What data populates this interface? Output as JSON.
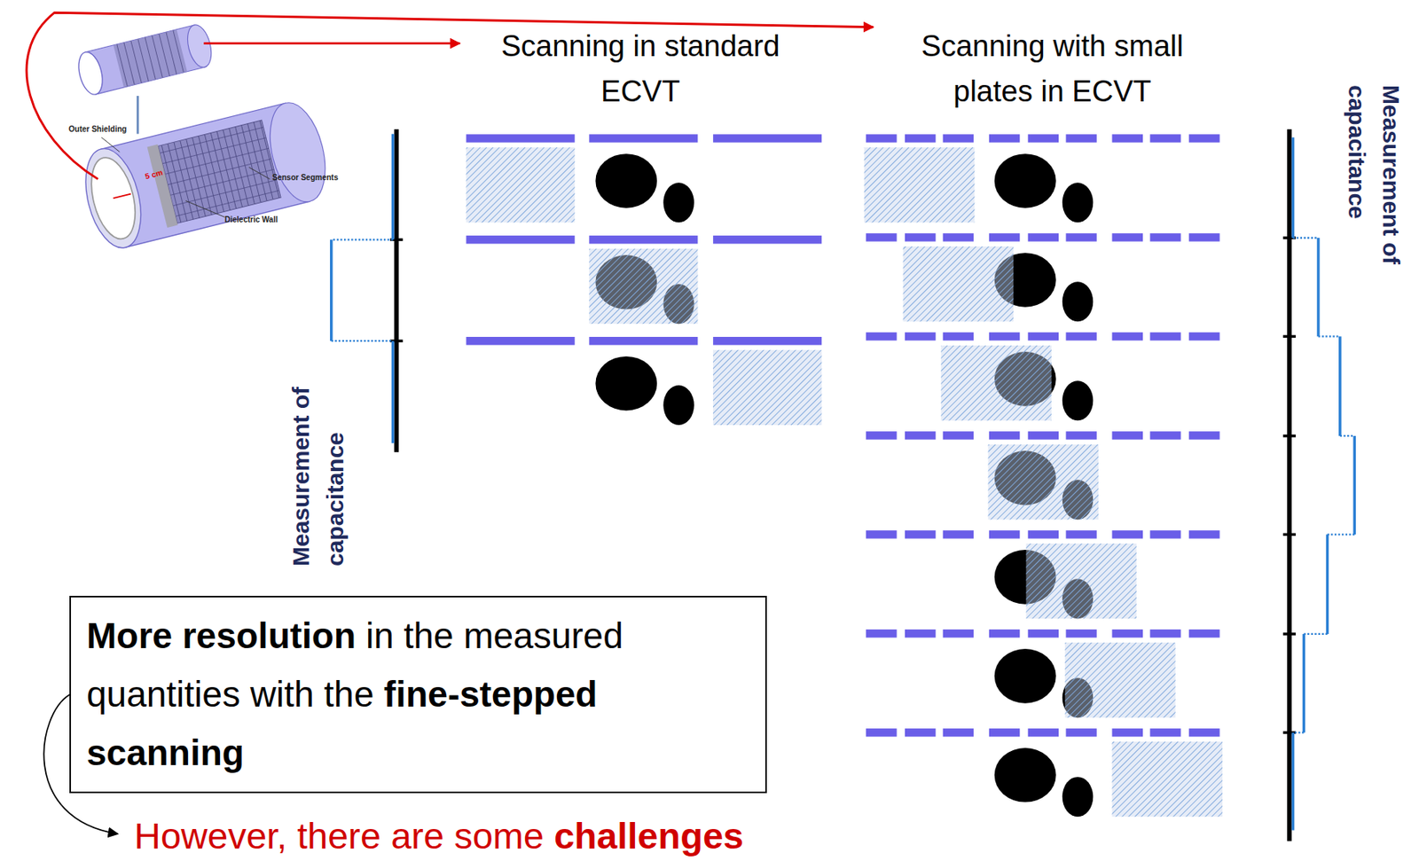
{
  "diagram": {
    "nodes": [
      {
        "text": [
          "More resolution",
          "in the measured quantities with the",
          "fine-stepped scanning"
        ]
      }
    ],
    "labels": [
      "Scanning in standard ECVT",
      "Scanning with small plates in ECVT",
      "Measurement of capacitance",
      "Measurement of capacitance",
      "However, there are some",
      "challenges",
      "Outer Shielding",
      "Sensor Segments",
      "Dielectric Wall",
      "5 cm"
    ]
  }
}
